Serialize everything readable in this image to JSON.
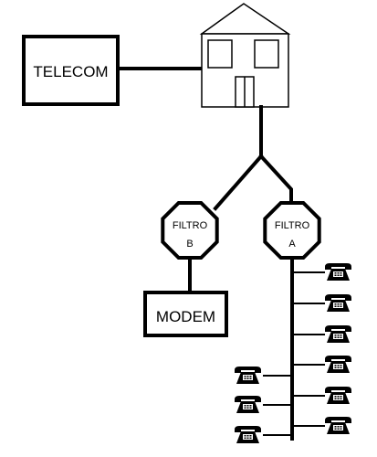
{
  "telecom": {
    "label": "TELECOM"
  },
  "house": {
    "icon": "house-icon"
  },
  "filters": [
    {
      "line1": "FILTRO",
      "line2": "B"
    },
    {
      "line1": "FILTRO",
      "line2": "A"
    }
  ],
  "modem": {
    "label": "MODEM"
  },
  "phones": {
    "icon": "telephone-icon",
    "count_right": 6,
    "count_left": 3
  },
  "colors": {
    "line": "#000000",
    "background": "#ffffff"
  }
}
